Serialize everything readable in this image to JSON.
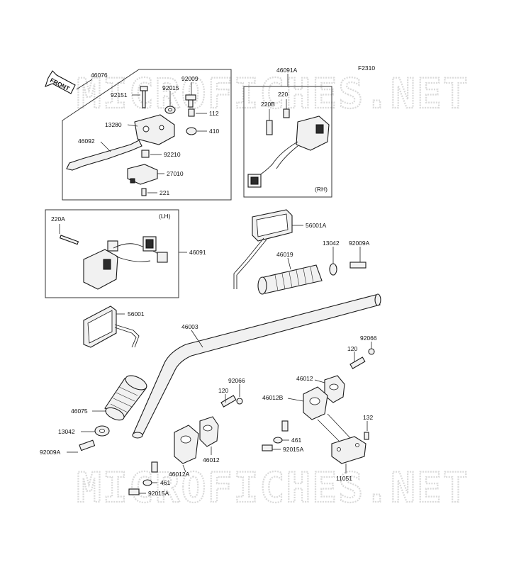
{
  "diagram_code": "F2310",
  "front_arrow_label": "FRONT",
  "watermark": "MICROFICHES.NET",
  "labels": {
    "p46076": "46076",
    "p92151": "92151",
    "p92009": "92009",
    "p92015": "92015",
    "p112": "112",
    "p13280": "13280",
    "p410": "410",
    "p46092": "46092",
    "p92210": "92210",
    "p27010": "27010",
    "p221": "221",
    "p46091A": "46091A",
    "p220": "220",
    "p220B": "220B",
    "rh": "(RH)",
    "p220A": "220A",
    "lh": "(LH)",
    "p46091": "46091",
    "p56001A": "56001A",
    "p46019": "46019",
    "p13042a": "13042",
    "p92009Aa": "92009A",
    "p56001": "56001",
    "p46003": "46003",
    "p92066a": "92066",
    "p120a": "120",
    "p46012a": "46012",
    "p46012Ba": "46012B",
    "p92066b": "92066",
    "p120b": "120",
    "p461a": "461",
    "p92015Aa": "92015A",
    "p132": "132",
    "p11051": "11051",
    "p46075": "46075",
    "p13042b": "13042",
    "p92009Ab": "92009A",
    "p46012b": "46012",
    "p46012A": "46012A",
    "p461b": "461",
    "p92015Ab": "92015A"
  }
}
